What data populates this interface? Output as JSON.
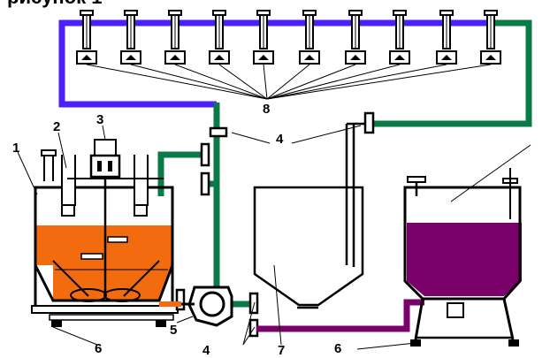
{
  "caption_fragment": "рисунок 1",
  "labels": {
    "l1": "1",
    "l2": "2",
    "l3": "3",
    "l4a": "4",
    "l4b": "4",
    "l5": "5",
    "l6a": "6",
    "l6b": "6",
    "l7": "7",
    "l8": "8"
  },
  "colors": {
    "header_line": "#4b1fff",
    "green_line": "#0a7a48",
    "purple_liquid": "#7a006a",
    "orange_liquid": "#f26b0f"
  },
  "icons": [
    "nozzle-icon",
    "valve-icon",
    "pump-icon",
    "agitator-icon",
    "motor-icon"
  ]
}
